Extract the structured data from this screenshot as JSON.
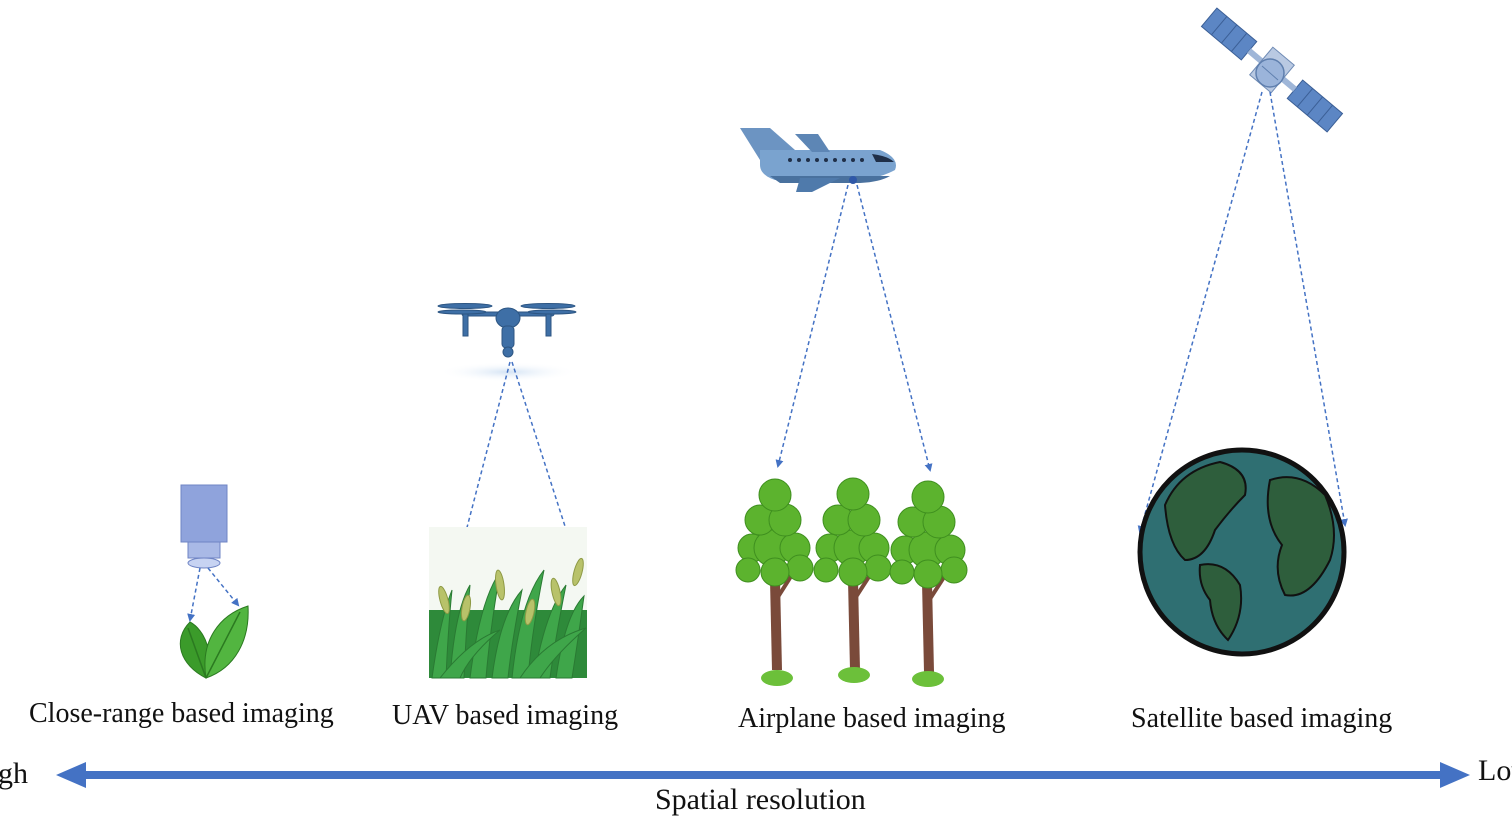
{
  "labels": {
    "close_range": "Close-range based imaging",
    "uav": "UAV based imaging",
    "airplane": "Airplane based imaging",
    "satellite": "Satellite based imaging"
  },
  "axis": {
    "title": "Spatial resolution",
    "left_end": "High",
    "right_end": "Low"
  },
  "icons": [
    "camera-icon",
    "leaf-icon",
    "drone-icon",
    "crop-field-icon",
    "airplane-icon",
    "tree-icon",
    "satellite-icon",
    "earth-icon"
  ],
  "colors": {
    "arrow": "#4472c4",
    "dashed_ray": "#4472c4",
    "foliage": "#5cb32e",
    "trunk": "#7a4a3a",
    "earth_ocean": "#2f6f72",
    "earth_land": "#2e5e3c"
  }
}
